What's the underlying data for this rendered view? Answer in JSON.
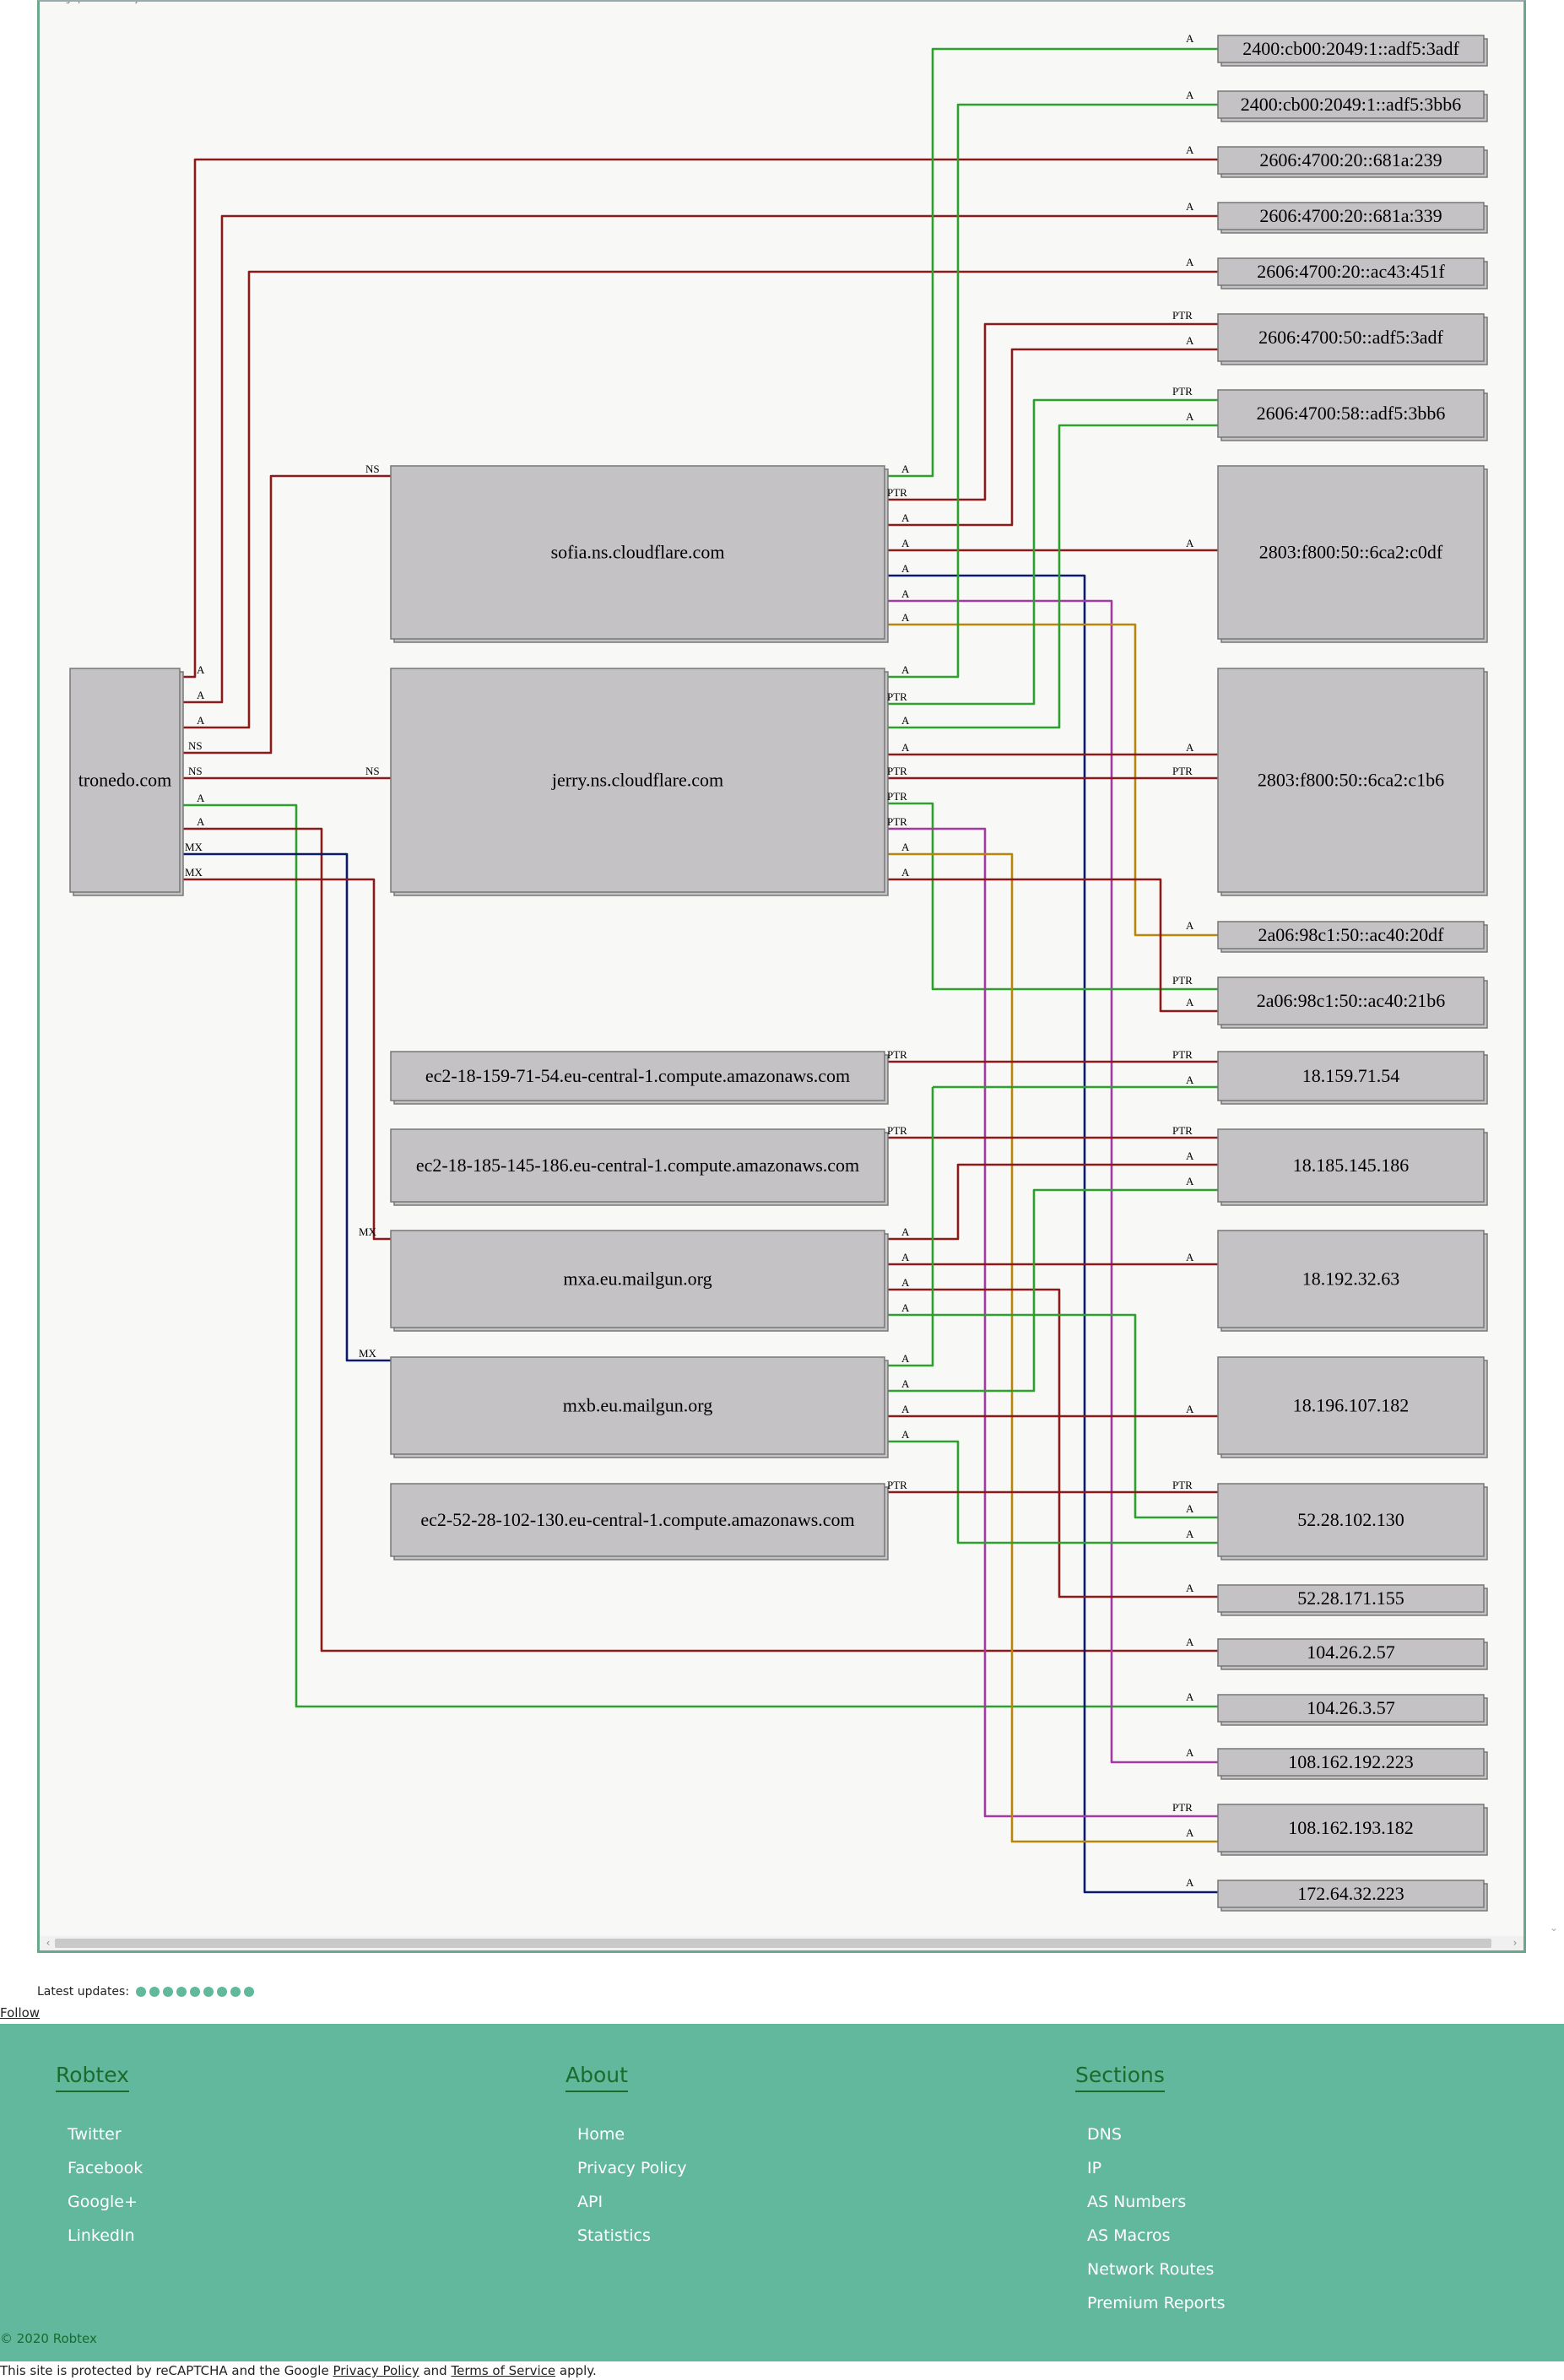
{
  "graph": {
    "top_caption": "Static graph of: the entity and related entities",
    "colors": {
      "red": "#8b1a1a",
      "green": "#2da02d",
      "navy": "#0b1a6b",
      "purple": "#a23aa2",
      "gold": "#b8860b"
    },
    "nodes": {
      "tronedo": "tronedo.com",
      "sofia": "sofia.ns.cloudflare.com",
      "jerry": "jerry.ns.cloudflare.com",
      "ec2_18_159": "ec2-18-159-71-54.eu-central-1.compute.amazonaws.com",
      "ec2_18_185": "ec2-18-185-145-186.eu-central-1.compute.amazonaws.com",
      "mxa": "mxa.eu.mailgun.org",
      "mxb": "mxb.eu.mailgun.org",
      "ec2_52_28": "ec2-52-28-102-130.eu-central-1.compute.amazonaws.com",
      "ip_2400_adf": "2400:cb00:2049:1::adf5:3adf",
      "ip_2400_bb6": "2400:cb00:2049:1::adf5:3bb6",
      "ip_2606_239": "2606:4700:20::681a:239",
      "ip_2606_339": "2606:4700:20::681a:339",
      "ip_2606_451f": "2606:4700:20::ac43:451f",
      "ip_2606_50": "2606:4700:50::adf5:3adf",
      "ip_2606_58": "2606:4700:58::adf5:3bb6",
      "ip_2803_c0df": "2803:f800:50::6ca2:c0df",
      "ip_2803_c1b6": "2803:f800:50::6ca2:c1b6",
      "ip_2a06_20df": "2a06:98c1:50::ac40:20df",
      "ip_2a06_21b6": "2a06:98c1:50::ac40:21b6",
      "ip_18_159": "18.159.71.54",
      "ip_18_185": "18.185.145.186",
      "ip_18_192": "18.192.32.63",
      "ip_18_196": "18.196.107.182",
      "ip_52_28_102": "52.28.102.130",
      "ip_52_28_171": "52.28.171.155",
      "ip_104_2": "104.26.2.57",
      "ip_104_3": "104.26.3.57",
      "ip_108_192": "108.162.192.223",
      "ip_108_193": "108.162.193.182",
      "ip_172": "172.64.32.223"
    },
    "edge_labels": {
      "a": "A",
      "ns": "NS",
      "mx": "MX",
      "ptr": "PTR"
    }
  },
  "latest_updates": {
    "label": "Latest updates:",
    "count": 9
  },
  "follow": "Follow",
  "footer": {
    "robtex": {
      "title": "Robtex",
      "items": [
        "Twitter",
        "Facebook",
        "Google+",
        "LinkedIn"
      ]
    },
    "about": {
      "title": "About",
      "items": [
        "Home",
        "Privacy Policy",
        "API",
        "Statistics"
      ]
    },
    "sections": {
      "title": "Sections",
      "items": [
        "DNS",
        "IP",
        "AS Numbers",
        "AS Macros",
        "Network Routes",
        "Premium Reports"
      ]
    },
    "copyright": "© 2020 Robtex"
  },
  "recaptcha": {
    "prefix": "This site is protected by reCAPTCHA and the Google",
    "privacy": "Privacy Policy",
    "and": "and",
    "terms": "Terms of Service",
    "suffix": "apply."
  }
}
